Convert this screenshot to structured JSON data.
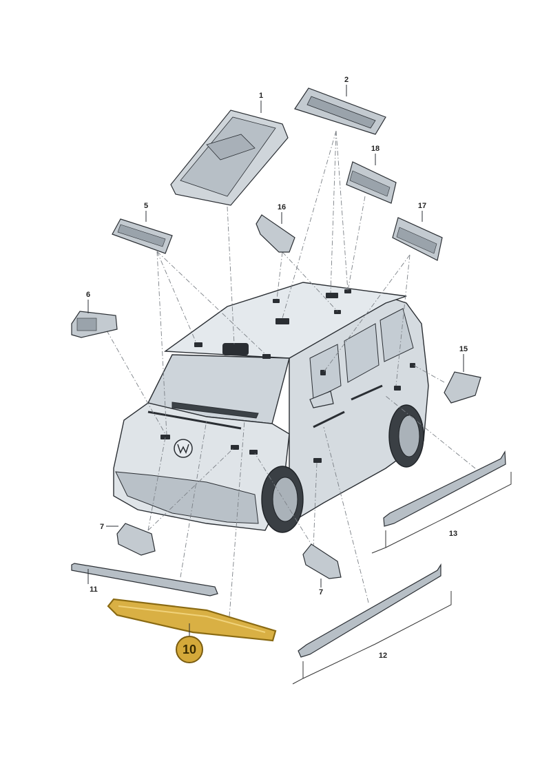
{
  "callouts": {
    "c1": "1",
    "c2": "2",
    "c5": "5",
    "c6": "6",
    "c7a": "7",
    "c7b": "7",
    "c10": "10",
    "c11": "11",
    "c12": "12",
    "c13": "13",
    "c15": "15",
    "c16": "16",
    "c17": "17",
    "c18": "18"
  },
  "highlight_part": "10",
  "colors": {
    "highlight_fill": "#d9b044",
    "highlight_ring": "#8a6a12",
    "part_fill": "#c9cfd4",
    "vehicle_body": "#dde3e8",
    "outline": "#2a2e33"
  }
}
